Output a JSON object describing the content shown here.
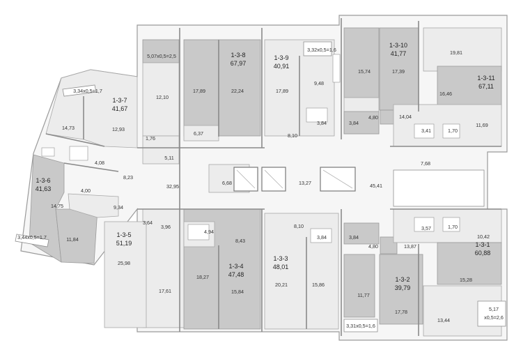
{
  "apartments": [
    {
      "id": "1-3-1",
      "area": "60,88"
    },
    {
      "id": "1-3-2",
      "area": "39,79"
    },
    {
      "id": "1-3-3",
      "area": "48,01"
    },
    {
      "id": "1-3-4",
      "area": "47,48"
    },
    {
      "id": "1-3-5",
      "area": "51,19"
    },
    {
      "id": "1-3-6",
      "area": "41,63"
    },
    {
      "id": "1-3-7",
      "area": "41,67"
    },
    {
      "id": "1-3-8",
      "area": "67,97"
    },
    {
      "id": "1-3-9",
      "area": "40,91"
    },
    {
      "id": "1-3-10",
      "area": "41,77"
    },
    {
      "id": "1-3-11",
      "area": "67,11"
    }
  ],
  "balconies": [
    "5,07x0,5=2,5",
    "3,32x0,5=1,6",
    "3,34x0,5=1,7",
    "3,44x0,5=1,7",
    "3,31x0,5=1,6",
    "5,17",
    "x0,5=2,6"
  ],
  "rooms": [
    "12,10",
    "17,89",
    "22,24",
    "6,37",
    "1,76",
    "5,11",
    "17,89",
    "9,48",
    "8,10",
    "3,84",
    "15,74",
    "17,39",
    "3,84",
    "4,80",
    "19,81",
    "16,46",
    "14,04",
    "3,41",
    "1,70",
    "11,69",
    "7,68",
    "14,73",
    "12,93",
    "4,08",
    "8,23",
    "4,00",
    "14,75",
    "9,34",
    "11,84",
    "32,95",
    "6,68",
    "13,27",
    "45,41",
    "3,64",
    "3,96",
    "4,94",
    "8,43",
    "25,98",
    "17,61",
    "18,27",
    "15,84",
    "8,10",
    "3,84",
    "20,21",
    "15,86",
    "3,84",
    "4,80",
    "11,77",
    "17,78",
    "3,57",
    "1,70",
    "10,42",
    "13,87",
    "15,28",
    "13,44"
  ],
  "colors": {
    "shaded": "#c9c9c9",
    "light": "#ececec",
    "wall": "#8a8a8a"
  }
}
